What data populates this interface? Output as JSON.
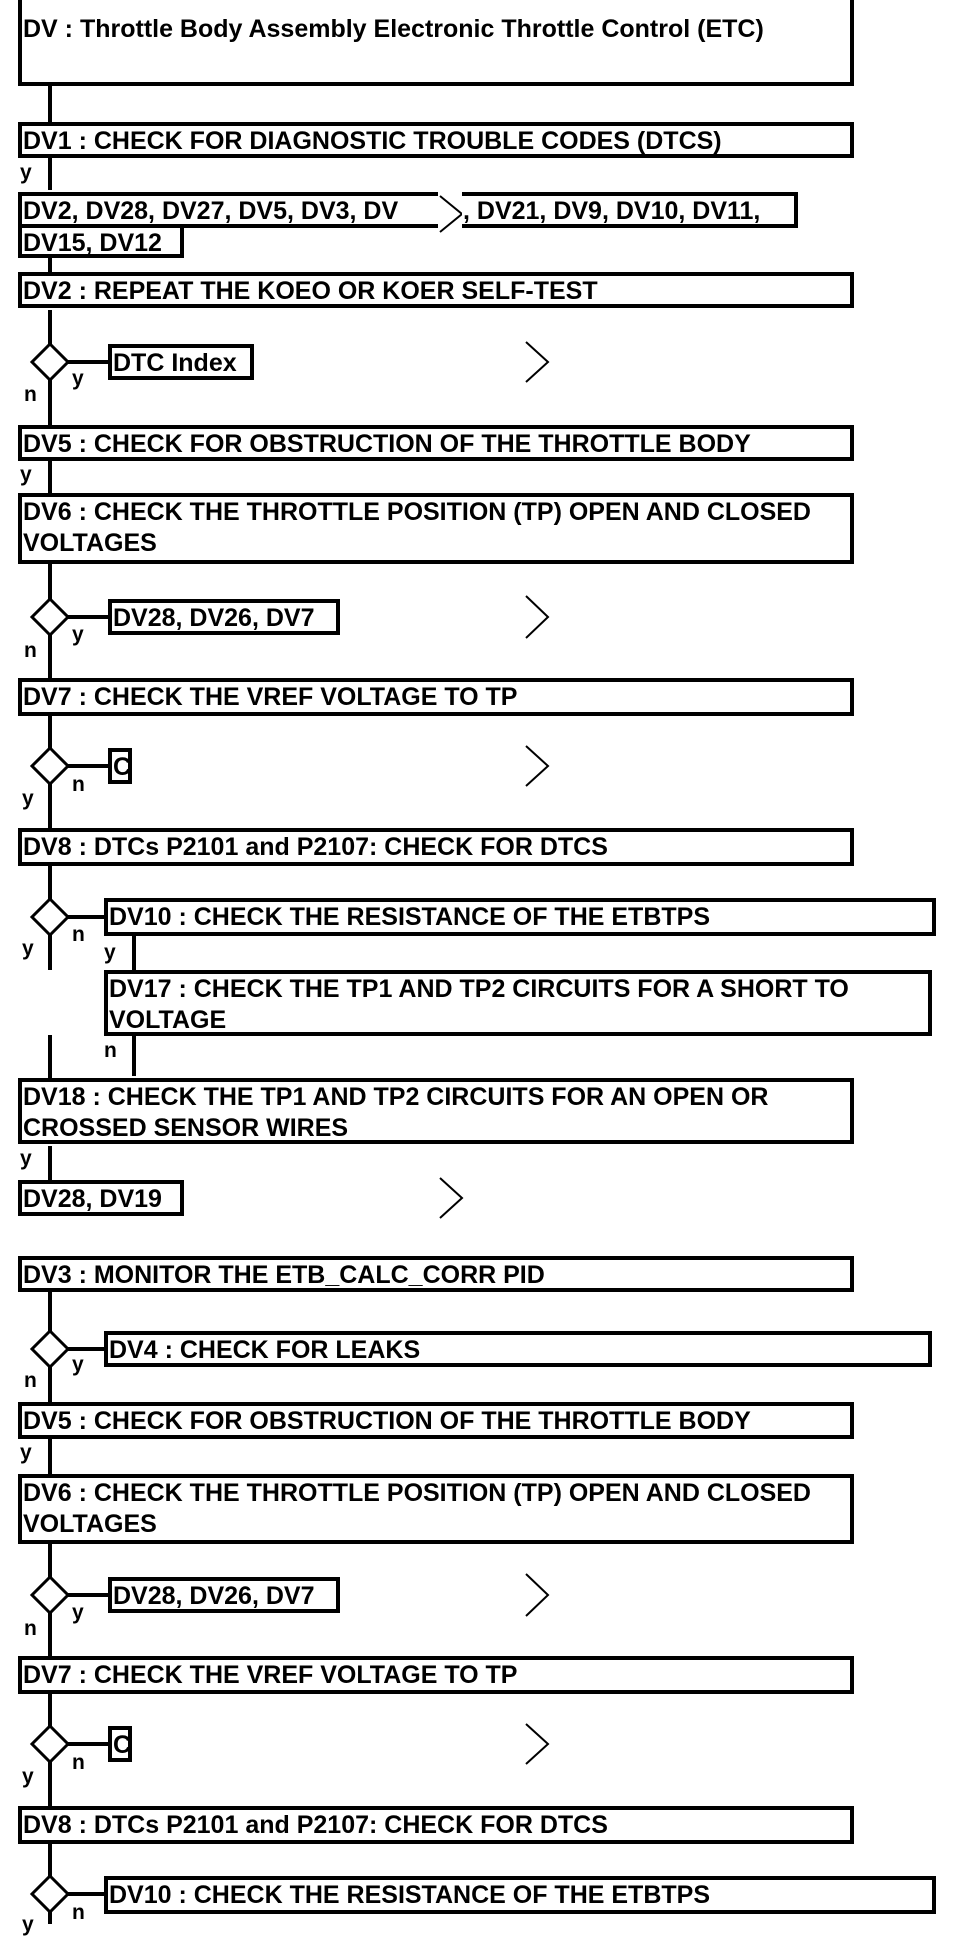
{
  "flow": {
    "dv": "DV : Throttle Body Assembly Electronic Throttle Control (ETC)",
    "dv1": "DV1 : CHECK FOR DIAGNOSTIC TROUBLE CODES (DTCS)",
    "dv1_opts_a": "DV2, DV28, DV27, DV5, DV3, DV",
    "dv1_opts_b": ", DV21, DV9, DV10, DV11,",
    "dv1_opts_c": "DV15, DV12",
    "dv2": "DV2 : REPEAT THE KOEO OR KOER SELF-TEST",
    "dtc_index": "DTC Index",
    "dv5": "DV5 : CHECK FOR OBSTRUCTION OF THE THROTTLE BODY",
    "dv6": "DV6 : CHECK THE THROTTLE POSITION (TP) OPEN AND CLOSED VOLTAGES",
    "dv28_dv26_dv7": "DV28, DV26, DV7",
    "dv7": "DV7 : CHECK THE VREF VOLTAGE TO TP",
    "c": "C",
    "dv8": "DV8 : DTCs P2101 and P2107: CHECK FOR DTCS",
    "dv10": "DV10 : CHECK THE RESISTANCE OF THE ETBTPS",
    "dv17": "DV17 : CHECK THE TP1 AND TP2 CIRCUITS FOR A SHORT TO VOLTAGE",
    "dv18": "DV18 : CHECK THE TP1 AND TP2 CIRCUITS FOR AN OPEN OR CROSSED SENSOR WIRES",
    "dv28_dv19": "DV28, DV19",
    "dv3": "DV3 : MONITOR THE ETB_CALC_CORR PID",
    "dv4": "DV4 : CHECK FOR LEAKS",
    "yes": "y",
    "no": "n"
  }
}
